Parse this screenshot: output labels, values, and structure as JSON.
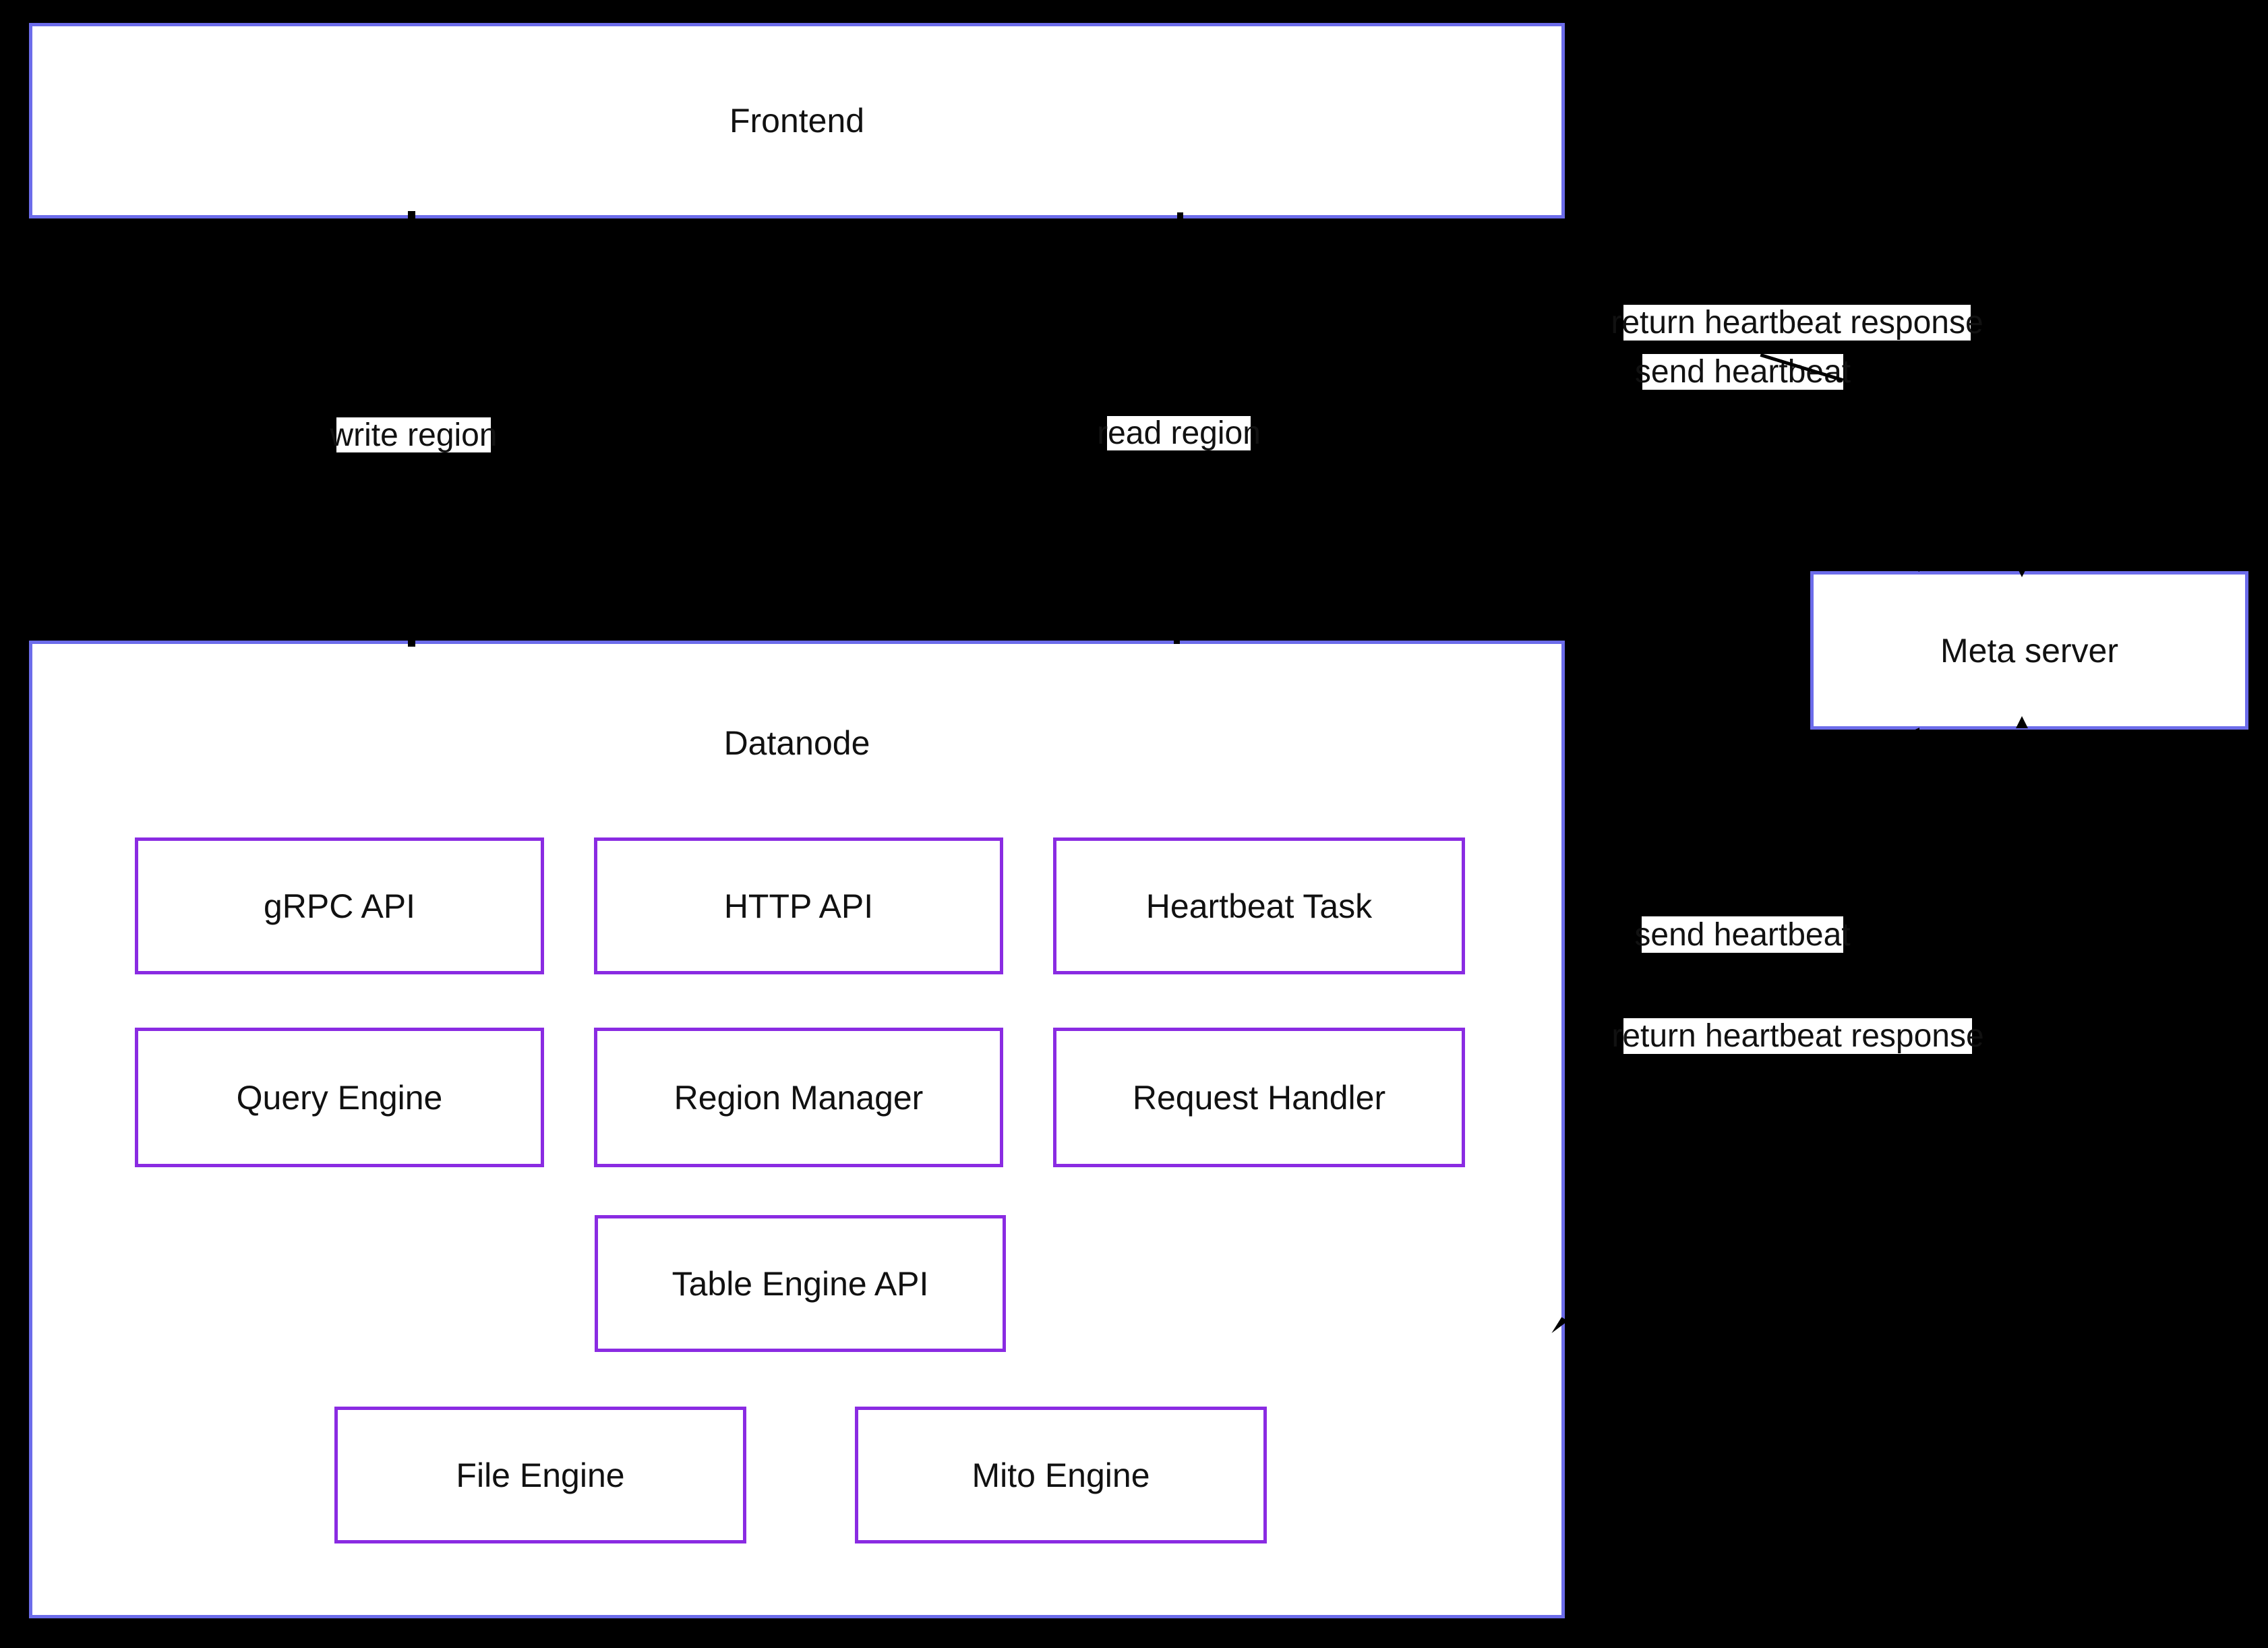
{
  "diagram": {
    "type": "architecture-diagram",
    "colors": {
      "background": "#000000",
      "cluster_border": "#6c6cea",
      "node_border": "#8a2be2",
      "box_fill": "#ffffff",
      "text": "#111111",
      "label_bg": "#ffffff",
      "edge_color": "#000000"
    },
    "clusters": [
      {
        "id": "frontend",
        "label": "Frontend"
      },
      {
        "id": "datanode",
        "label": "Datanode"
      },
      {
        "id": "meta-server",
        "label": "Meta server"
      }
    ],
    "nodes": [
      {
        "id": "grpc-api",
        "label": "gRPC API"
      },
      {
        "id": "http-api",
        "label": "HTTP API"
      },
      {
        "id": "heartbeat-task",
        "label": "Heartbeat Task"
      },
      {
        "id": "query-engine",
        "label": "Query Engine"
      },
      {
        "id": "region-manager",
        "label": "Region Manager"
      },
      {
        "id": "request-handler",
        "label": "Request Handler"
      },
      {
        "id": "table-engine-api",
        "label": "Table Engine API"
      },
      {
        "id": "file-engine",
        "label": "File Engine"
      },
      {
        "id": "mito-engine",
        "label": "Mito Engine"
      }
    ],
    "edge_labels": [
      {
        "id": "write-region",
        "label": "write region"
      },
      {
        "id": "read-region",
        "label": "read region"
      },
      {
        "id": "return-heartbeat-response-top",
        "label": "return heartbeat response"
      },
      {
        "id": "send-heartbeat-top",
        "label": "send heartbeat"
      },
      {
        "id": "send-heartbeat-mid",
        "label": "send heartbeat"
      },
      {
        "id": "return-heartbeat-response-mid",
        "label": "return heartbeat response"
      }
    ]
  }
}
